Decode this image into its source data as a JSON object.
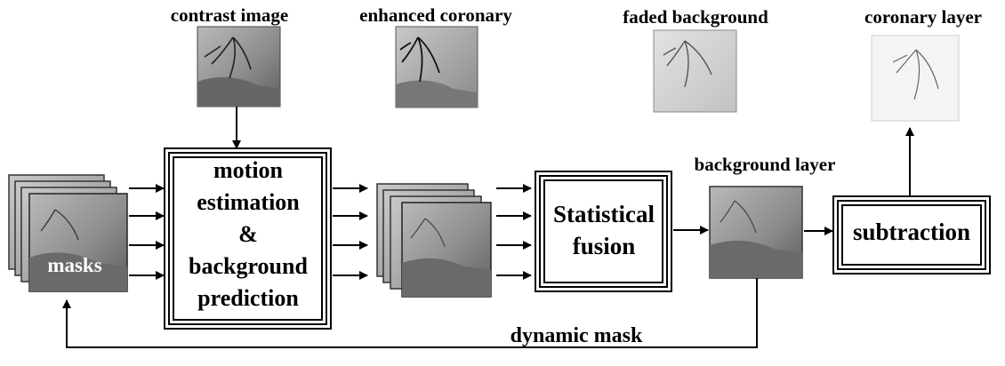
{
  "top_images": {
    "contrast_image": "contrast image",
    "enhanced_coronary": "enhanced coronary",
    "faded_background": "faded background",
    "coronary_layer": "coronary layer"
  },
  "masks_label": "masks",
  "motion_block": {
    "line1": "motion",
    "line2": "estimation",
    "line3": "&",
    "line4": "background",
    "line5": "prediction"
  },
  "fusion_block": {
    "line1": "Statistical",
    "line2": "fusion"
  },
  "background_layer_label": "background layer",
  "subtraction_label": "subtraction",
  "dynamic_mask_label": "dynamic mask"
}
